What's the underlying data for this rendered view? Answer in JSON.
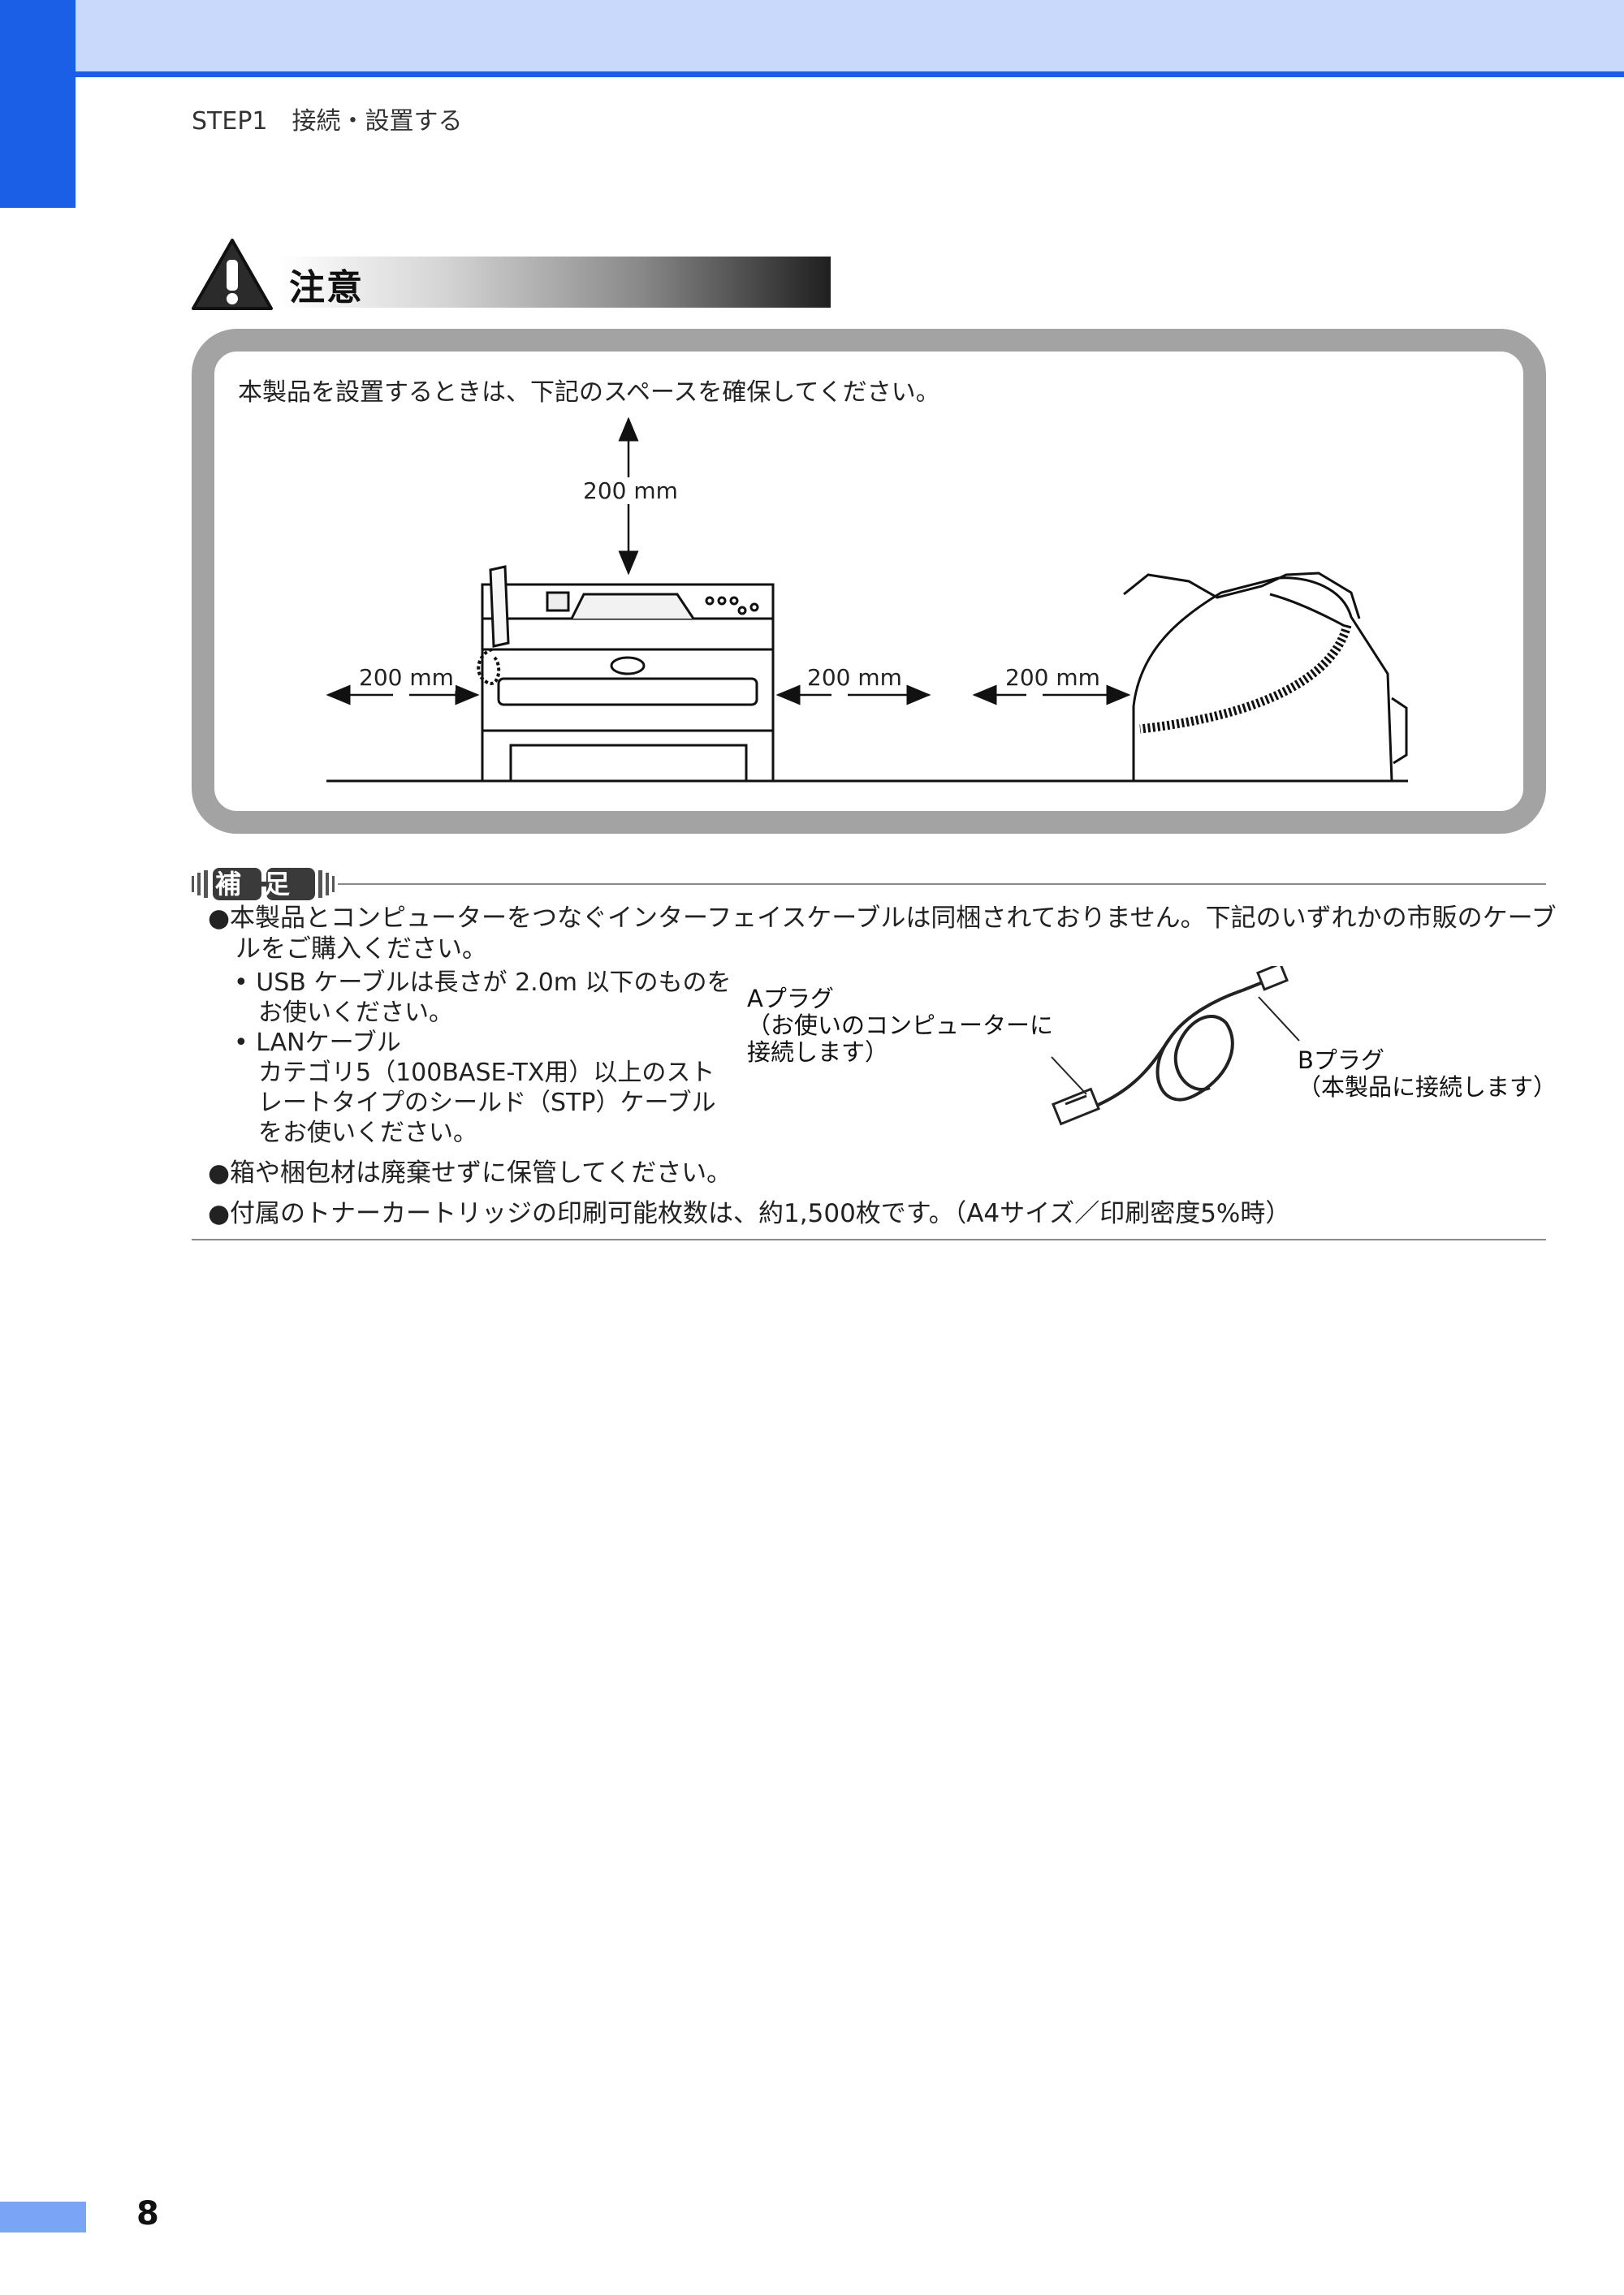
{
  "header": {
    "running_head": "STEP1　接続・設置する"
  },
  "caution": {
    "label": "注意",
    "text": "本製品を設置するときは、下記のスペースを確保してください。",
    "dims": {
      "top": "200 mm",
      "left": "200 mm",
      "right": "200 mm",
      "back": "200 mm"
    }
  },
  "supplement": {
    "label": "補足",
    "bullets": [
      {
        "line1": "●本製品とコンピューターをつなぐインターフェイスケーブルは同梱されておりません。下記のいずれかの市販のケーブ",
        "line2": "ルをご購入ください。"
      },
      {
        "text": "●箱や梱包材は廃棄せずに保管してください。"
      },
      {
        "text": "●付属のトナーカートリッジの印刷可能枚数は、約1,500枚です。（A4サイズ／印刷密度5%時）"
      }
    ],
    "sub_items": [
      "• USB ケーブルは長さが 2.0m 以下のものを",
      "　お使いください。",
      "• LANケーブル",
      "　カテゴリ5（100BASE-TX用）以上のスト",
      "　レートタイプのシールド（STP）ケーブル",
      "　をお使いください。"
    ],
    "plug_a": [
      "Aプラグ",
      "（お使いのコンピューターに",
      "接続します）"
    ],
    "plug_b": [
      "Bプラグ",
      "（本製品に接続します）"
    ]
  },
  "footer": {
    "page_number": "8"
  }
}
